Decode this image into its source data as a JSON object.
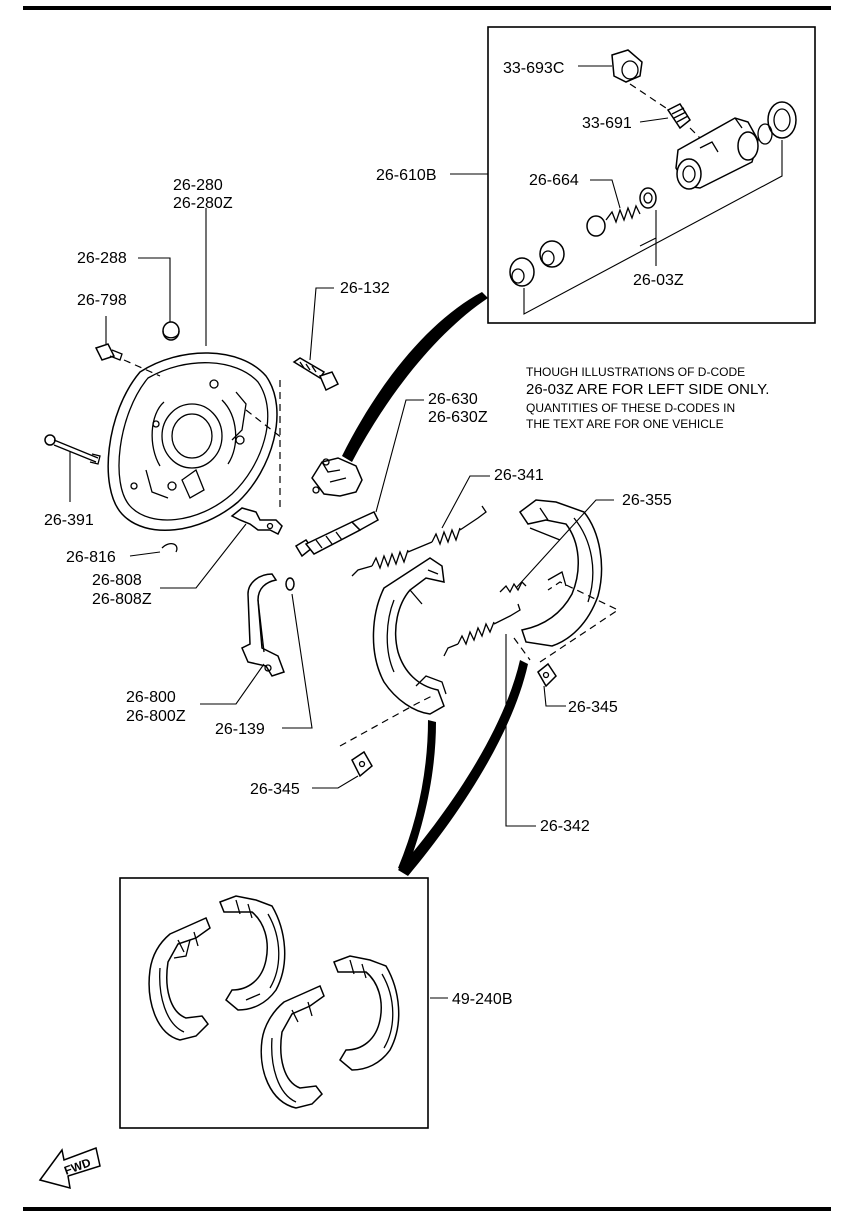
{
  "labels": {
    "l_33693c": "33-693C",
    "l_33691": "33-691",
    "l_26610b": "26-610B",
    "l_26664": "26-664",
    "l_2603z": "26-03Z",
    "l_26280": "26-280",
    "l_26280z": "26-280Z",
    "l_26288": "26-288",
    "l_26798": "26-798",
    "l_26132": "26-132",
    "l_26391": "26-391",
    "l_26630": "26-630",
    "l_26630z": "26-630Z",
    "l_26341": "26-341",
    "l_26355": "26-355",
    "l_26816": "26-816",
    "l_26808": "26-808",
    "l_26808z": "26-808Z",
    "l_26800": "26-800",
    "l_26800z": "26-800Z",
    "l_26139": "26-139",
    "l_26345a": "26-345",
    "l_26345b": "26-345",
    "l_26342": "26-342",
    "l_49240b": "49-240B",
    "fwd": "FWD"
  },
  "note": {
    "line1": "THOUGH ILLUSTRATIONS OF D-CODE",
    "line2": "26-03Z ARE FOR LEFT SIDE ONLY.",
    "line3": "QUANTITIES OF THESE D-CODES IN",
    "line4": "THE TEXT ARE FOR ONE VEHICLE"
  }
}
